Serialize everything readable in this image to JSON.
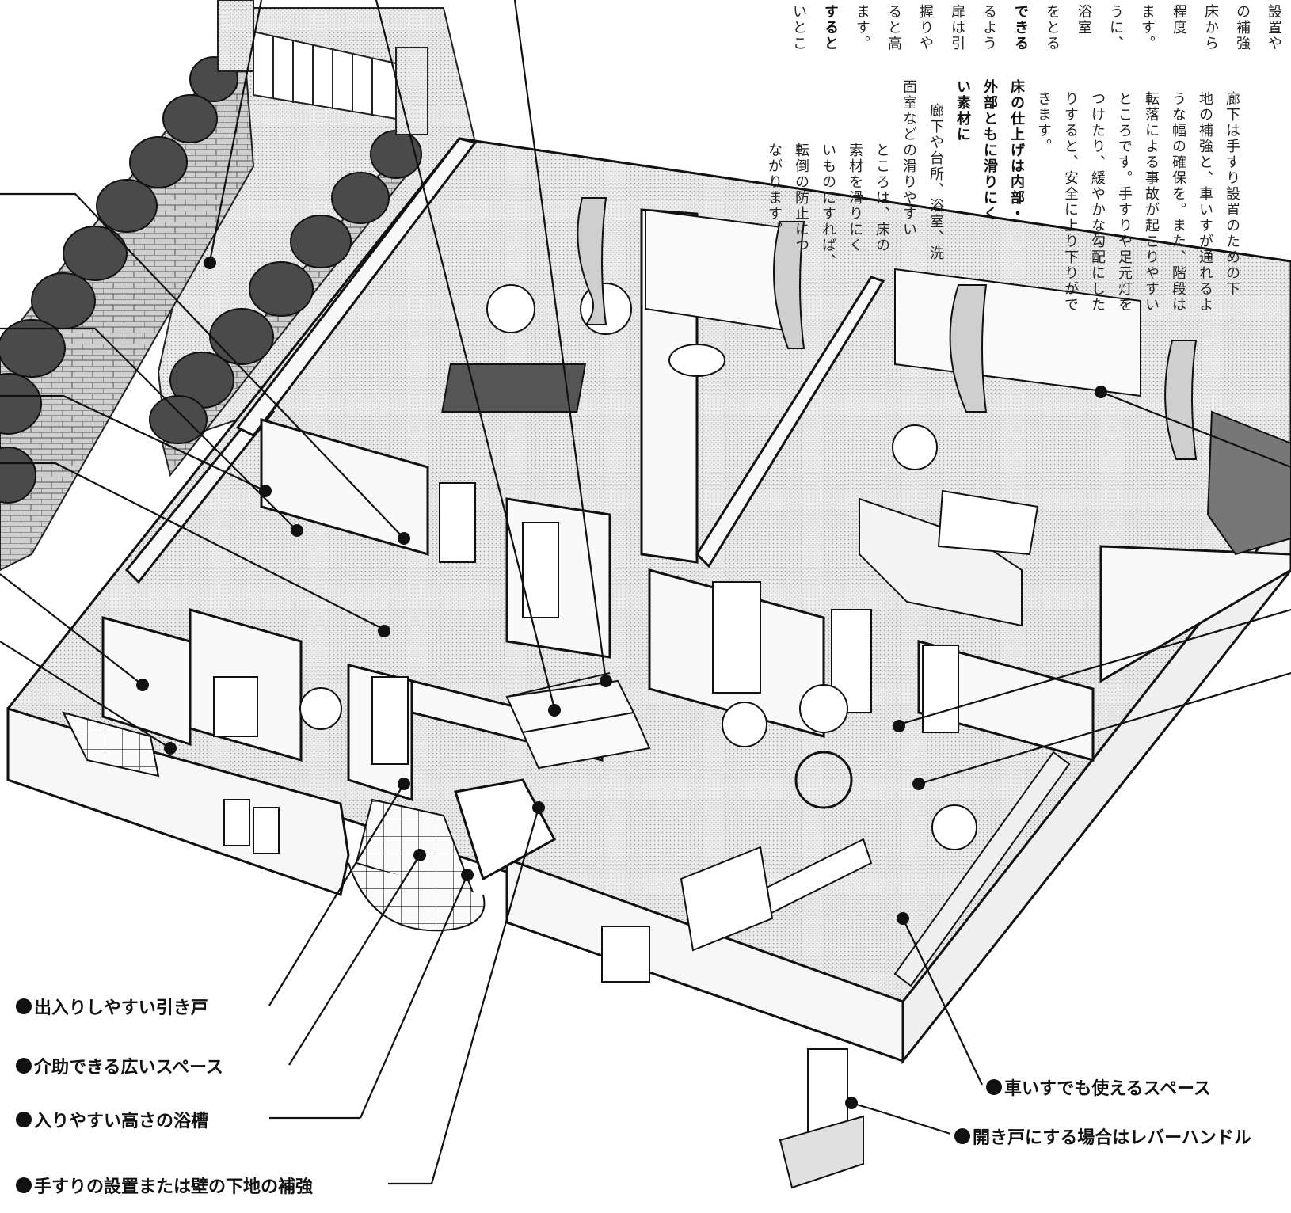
{
  "left_text_fragments": [
    "設置や",
    "の補強",
    "床から",
    "程度",
    "ます。",
    "うに、",
    "浴室",
    "をとる",
    "できる",
    "るよう",
    "扉は引",
    "握りや",
    "ると高",
    "ます。",
    "すると",
    "いとこ"
  ],
  "column_corridor": {
    "lines": [
      "廊下は手すり設置のための下",
      "地の補強と、車いすが通れるよ",
      "うな幅の確保を。また、階段は",
      "転落による事故が起こりやすい",
      "ところです。手すりや足元灯を",
      "つけたり、緩やかな勾配にした",
      "りすると、安全に上り下りがで",
      "きます。"
    ]
  },
  "column_floor": {
    "heading_lines": [
      "床の仕上げは内部・",
      "外部ともに滑りにく",
      "い素材に"
    ],
    "body_lines": [
      "廊下や台所、浴室、洗",
      "面室などの滑りやすい",
      "ところは、床の",
      "素材を滑りにく",
      "いものにすれば、",
      "転倒の防止につ",
      "ながります。"
    ]
  },
  "callouts": [
    {
      "text": "出入りしやすい引き戸"
    },
    {
      "text": "介助できる広いスペース"
    },
    {
      "text": "入りやすい高さの浴槽"
    },
    {
      "text": "手すりの設置または壁の下地の補強"
    },
    {
      "text": "車いすでも使えるスペース"
    },
    {
      "text": "開き戸にする場合はレバーハンドル"
    }
  ],
  "colors": {
    "ink": "#111111",
    "floor": "#e4e4e4",
    "wall": "#f7f7f7",
    "hedge": "#4a4a4a"
  }
}
